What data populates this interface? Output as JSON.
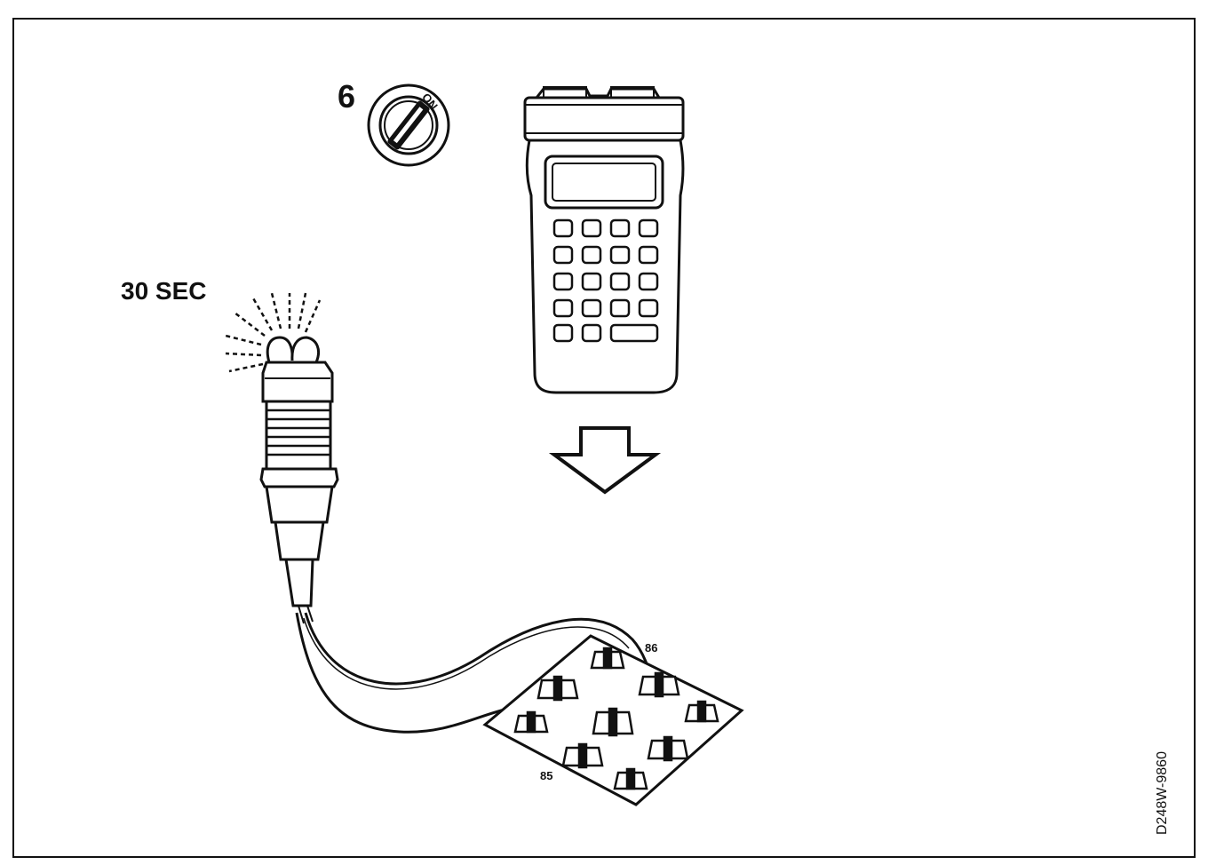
{
  "labels": {
    "step_number": "6",
    "switch_position": "ON",
    "duration": "30 SEC",
    "pin_top": "86",
    "pin_bottom": "85",
    "figure_code": "D248W-9860"
  },
  "icons": {
    "ignition": "ignition-key-switch-icon",
    "tester": "hand-held-tester-icon",
    "arrow": "down-arrow-icon",
    "bulb": "test-lamp-icon",
    "relay": "relay-socket-icon"
  },
  "colors": {
    "ink": "#111111",
    "paper": "#ffffff"
  }
}
